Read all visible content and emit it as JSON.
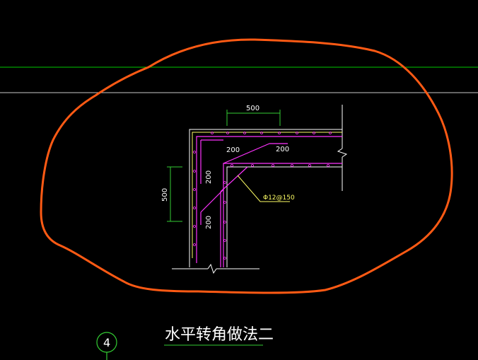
{
  "drawing": {
    "dimensions": {
      "top_width": "500",
      "side_height": "500",
      "top_anchor_left": "200",
      "top_anchor_right": "200",
      "side_anchor_upper": "200",
      "side_anchor_lower": "200"
    },
    "rebar_label": "Φ12@150",
    "title": "水平转角做法二",
    "axis_label": "4"
  },
  "colors": {
    "background": "#000000",
    "guide_line_green": "#00c800",
    "guide_line_gray": "#c8c8c8",
    "wall_outline": "#ffffff",
    "wall_inner_yellow": "#ffff66",
    "rebar_magenta": "#ff33ff",
    "dimension_green": "#33cc33",
    "highlight_orange": "#ff5a14"
  }
}
